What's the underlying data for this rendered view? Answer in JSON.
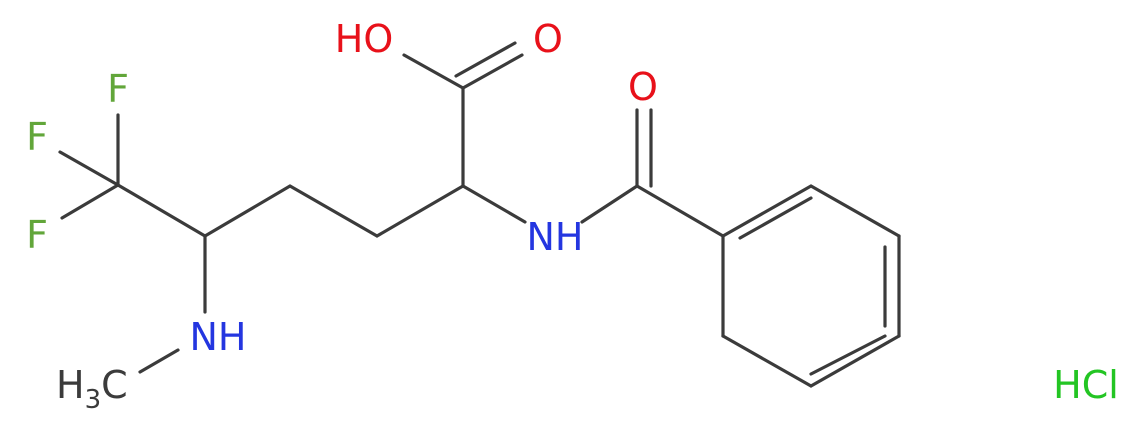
{
  "molecule": {
    "atoms": {
      "hydroxyl": "HO",
      "carbonyl_oxygen": "O",
      "amide_oxygen": "O",
      "fluorine_top": "F",
      "fluorine_left": "F",
      "fluorine_bottom": "F",
      "amide_nitrogen": "NH",
      "amine_nitrogen": "NH",
      "methyl": {
        "prefix": "H",
        "subscript": "3",
        "suffix": "C"
      }
    },
    "salt": "HCl"
  },
  "colors": {
    "bond": "#3b3b3b",
    "oxygen": "#e8111a",
    "nitrogen": "#2436e0",
    "fluorine": "#62a63a",
    "chlorine": "#23c523",
    "carbon_label": "#3b3b3b"
  }
}
